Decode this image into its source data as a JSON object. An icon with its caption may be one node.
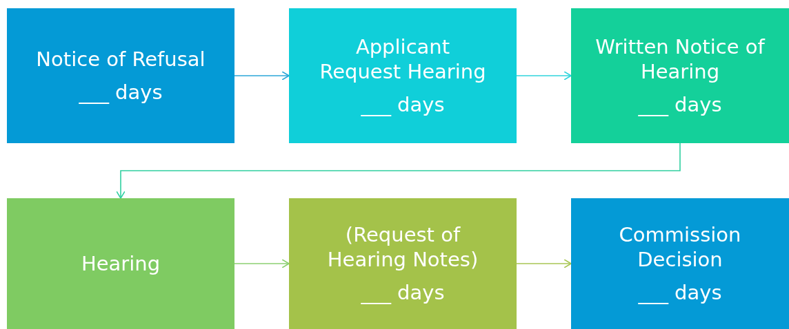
{
  "diagram": {
    "nodes": [
      {
        "text": [
          "Notice of Refusal",
          "___ days"
        ]
      },
      {
        "text": [
          "Applicant Request Hearing",
          "___ days"
        ]
      },
      {
        "text": [
          "Written Notice of Hearing",
          "___ days"
        ]
      },
      {
        "text": [
          "Hearing"
        ]
      },
      {
        "text": [
          "(Request of Hearing Notes)",
          "___ days"
        ]
      },
      {
        "text": [
          "Commission Decision",
          "___ days"
        ]
      }
    ],
    "edges": [
      {
        "from": 0,
        "to": 1,
        "arrow": "to",
        "color": "#2ba6d8"
      },
      {
        "from": 1,
        "to": 2,
        "arrow": "to",
        "color": "#2fd4dc"
      },
      {
        "from": 2,
        "to": 3,
        "arrow": "to",
        "color": "#30d0a0"
      },
      {
        "from": 3,
        "to": 4,
        "arrow": "to",
        "color": "#8ccf70"
      },
      {
        "from": 4,
        "to": 5,
        "arrow": "to",
        "color": "#a9c653"
      }
    ]
  }
}
